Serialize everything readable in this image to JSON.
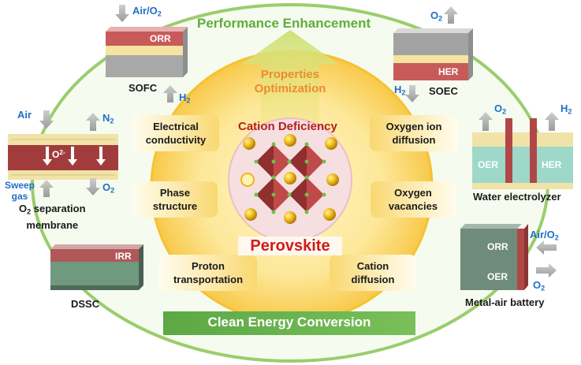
{
  "outer_title": "Performance Enhancement",
  "center_title": "Properties Optimization",
  "cation_deficiency": "Cation Deficiency",
  "perovskite": "Perovskite",
  "bottom_banner": "Clean Energy Conversion",
  "properties": [
    "Electrical conductivity",
    "Oxygen ion diffusion",
    "Phase structure",
    "Oxygen vacancies",
    "Proton transportation",
    "Cation diffusion"
  ],
  "devices": {
    "sofc": {
      "name": "SOFC",
      "layer": "ORR",
      "gas_in": "Air/O",
      "gas_in_sub": "2",
      "gas_out": "H",
      "gas_out_sub": "2"
    },
    "soec": {
      "name": "SOEC",
      "layer": "HER",
      "gas_out": "O",
      "gas_out_sub": "2",
      "gas_in": "H",
      "gas_in_sub": "2"
    },
    "membrane": {
      "name_pre": "O",
      "name_sub": "2",
      "name_post": " separation",
      "name_line2": "membrane",
      "air": "Air",
      "n2": "N",
      "n2_sub": "2",
      "o2": "O",
      "o2_sub": "2",
      "sweep": "Sweep",
      "gas": "gas",
      "ion": "O",
      "ion_sup": "2-"
    },
    "electrolyzer": {
      "name": "Water electrolyzer",
      "left": "OER",
      "right": "HER",
      "o2": "O",
      "o2_sub": "2",
      "h2": "H",
      "h2_sub": "2"
    },
    "dssc": {
      "name": "DSSC",
      "layer": "IRR"
    },
    "battery": {
      "name": "Metal-air battery",
      "top": "ORR",
      "bottom": "OER",
      "air": "Air/O",
      "air_sub": "2",
      "o2": "O",
      "o2_sub": "2"
    }
  }
}
